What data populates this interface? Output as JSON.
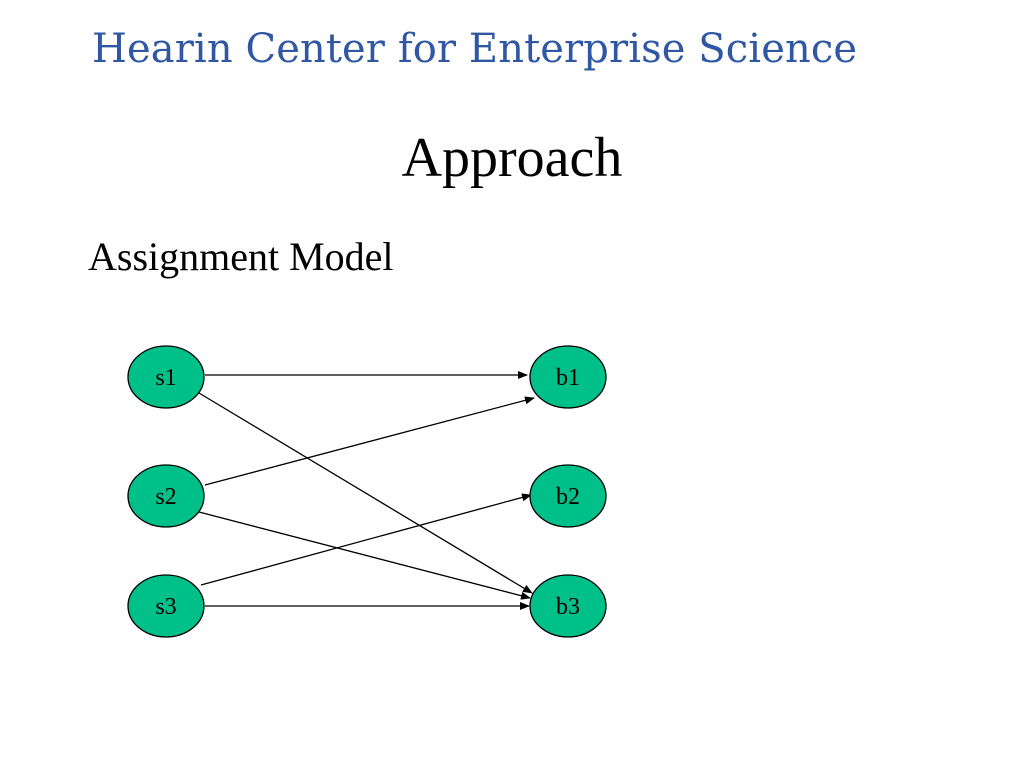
{
  "header": {
    "title": "Hearin Center for Enterprise Science"
  },
  "slide": {
    "title": "Approach",
    "subtitle": "Assignment Model"
  },
  "diagram": {
    "node_color": "#00c08a",
    "nodes": [
      {
        "id": "s1",
        "label": "s1"
      },
      {
        "id": "s2",
        "label": "s2"
      },
      {
        "id": "s3",
        "label": "s3"
      },
      {
        "id": "b1",
        "label": "b1"
      },
      {
        "id": "b2",
        "label": "b2"
      },
      {
        "id": "b3",
        "label": "b3"
      }
    ],
    "edges": [
      {
        "from": "s1",
        "to": "b1"
      },
      {
        "from": "s1",
        "to": "b3"
      },
      {
        "from": "s2",
        "to": "b1"
      },
      {
        "from": "s2",
        "to": "b3"
      },
      {
        "from": "s3",
        "to": "b2"
      },
      {
        "from": "s3",
        "to": "b3"
      }
    ]
  }
}
